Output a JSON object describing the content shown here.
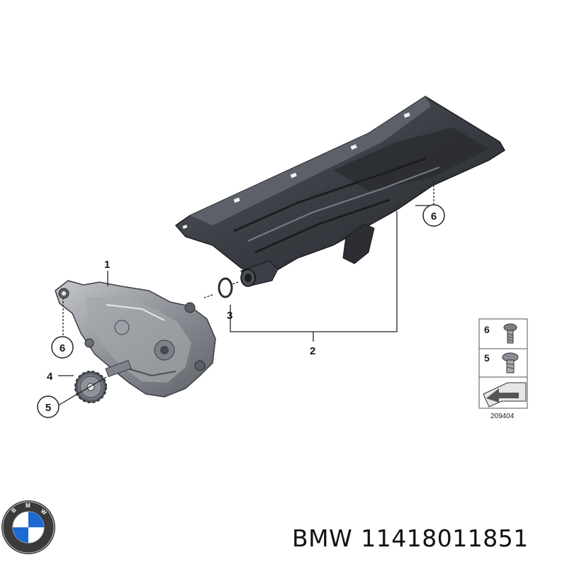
{
  "diagram": {
    "callouts": {
      "oil_pump": "1",
      "suction_pipe": "2",
      "o_ring": "3",
      "sprocket": "4",
      "bolt_sprocket": "5",
      "bolt_pump": "6",
      "bolt_pipe": "6"
    },
    "legend": {
      "items": [
        {
          "num": "6"
        },
        {
          "num": "5"
        }
      ],
      "ref_code": "209404"
    }
  },
  "caption": {
    "brand": "BMW",
    "part_number": "11418011851"
  },
  "colors": {
    "pump_metal": "#8c8f94",
    "pipe_dark": "#3b3e44",
    "line": "#222222",
    "logo_blue": "#1c69d4"
  }
}
